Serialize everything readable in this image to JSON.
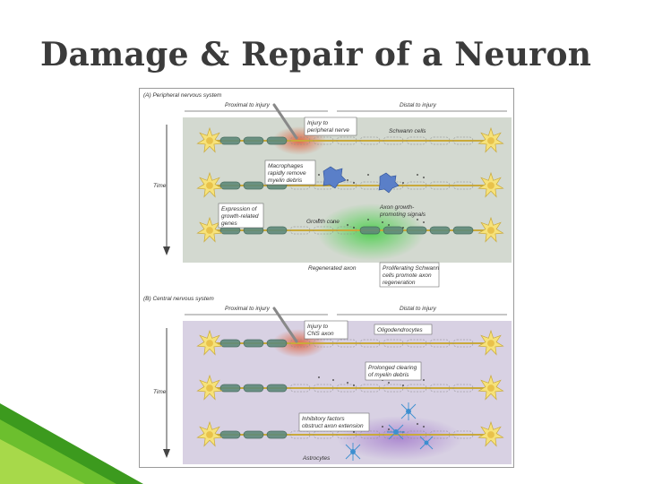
{
  "slide": {
    "title": "Damage & Repair of a Neuron"
  },
  "figure": {
    "panel_a": {
      "title": "(A) Peripheral nervous system",
      "proximal": "Proximal to injury",
      "distal": "Distal to injury",
      "time": "Time",
      "labels": {
        "injury": [
          "Injury to",
          "peripheral nerve"
        ],
        "schwann": [
          "Schwann cells"
        ],
        "macrophages": [
          "Macrophages",
          "rapidly remove",
          "myelin debris"
        ],
        "expression": [
          "Expression of",
          "growth-related",
          "genes"
        ],
        "axon_growth": [
          "Axon growth-",
          "promoting signals"
        ],
        "growth_cone": [
          "Growth cone"
        ],
        "regenerated": [
          "Regenerated axon"
        ],
        "proliferating": [
          "Proliferating Schwann",
          "cells promote axon",
          "regeneration"
        ]
      }
    },
    "panel_b": {
      "title": "(B) Central nervous system",
      "proximal": "Proximal to injury",
      "distal": "Distal to injury",
      "time": "Time",
      "labels": {
        "injury": [
          "Injury to",
          "CNS axon"
        ],
        "oligo": [
          "Oligodendrocytes"
        ],
        "prolonged": [
          "Prolonged clearing",
          "of myelin debris"
        ],
        "inhibitory": [
          "Inhibitory factors",
          "obstruct axon extension"
        ],
        "astrocytes": [
          "Astrocytes"
        ]
      }
    }
  },
  "colors": {
    "panel_a_bg": "#d3d9d0",
    "panel_b_bg": "#d8d1e3",
    "neuron": "#f6e27a",
    "myelin": "#5f8a7a",
    "injury_glow": "#e0603a",
    "growth_glow": "#5fc25f",
    "macrophage": "#5a7fc8",
    "accent_green": "#3c9a1e"
  }
}
